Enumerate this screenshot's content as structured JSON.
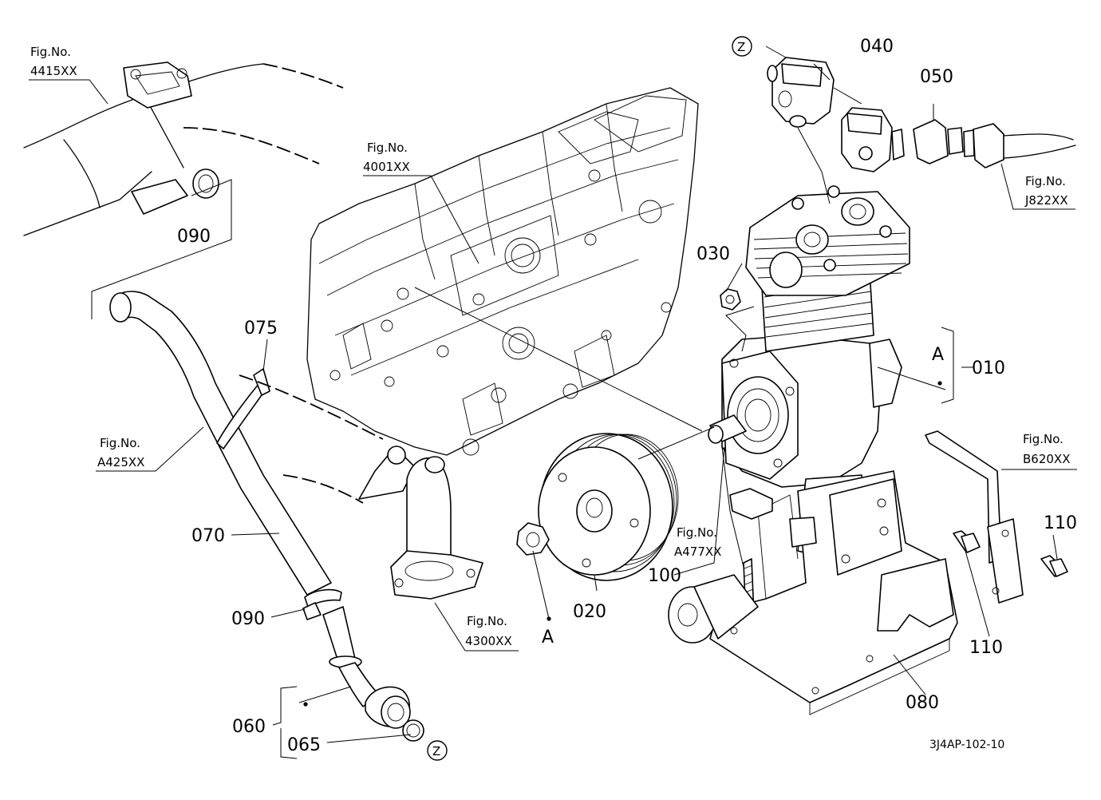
{
  "fig_refs": {
    "f4415": {
      "label": "Fig.No.",
      "num": "4415XX"
    },
    "f4001": {
      "label": "Fig.No.",
      "num": "4001XX"
    },
    "fJ822": {
      "label": "Fig.No.",
      "num": "J822XX"
    },
    "fA425": {
      "label": "Fig.No.",
      "num": "A425XX"
    },
    "fB620": {
      "label": "Fig.No.",
      "num": "B620XX"
    },
    "fA477": {
      "label": "Fig.No.",
      "num": "A477XX"
    },
    "f4300": {
      "label": "Fig.No.",
      "num": "4300XX"
    }
  },
  "parts": {
    "p010": "010",
    "p020": "020",
    "p030": "030",
    "p040": "040",
    "p050": "050",
    "p060": "060",
    "p065": "065",
    "p070": "070",
    "p075": "075",
    "p080": "080",
    "p090a": "090",
    "p090b": "090",
    "p100": "100",
    "p110a": "110",
    "p110b": "110"
  },
  "markers": {
    "a1": "A",
    "a2": "A",
    "z1": "Z",
    "z2": "Z"
  },
  "drawing_code": "3J4AP-102-10"
}
